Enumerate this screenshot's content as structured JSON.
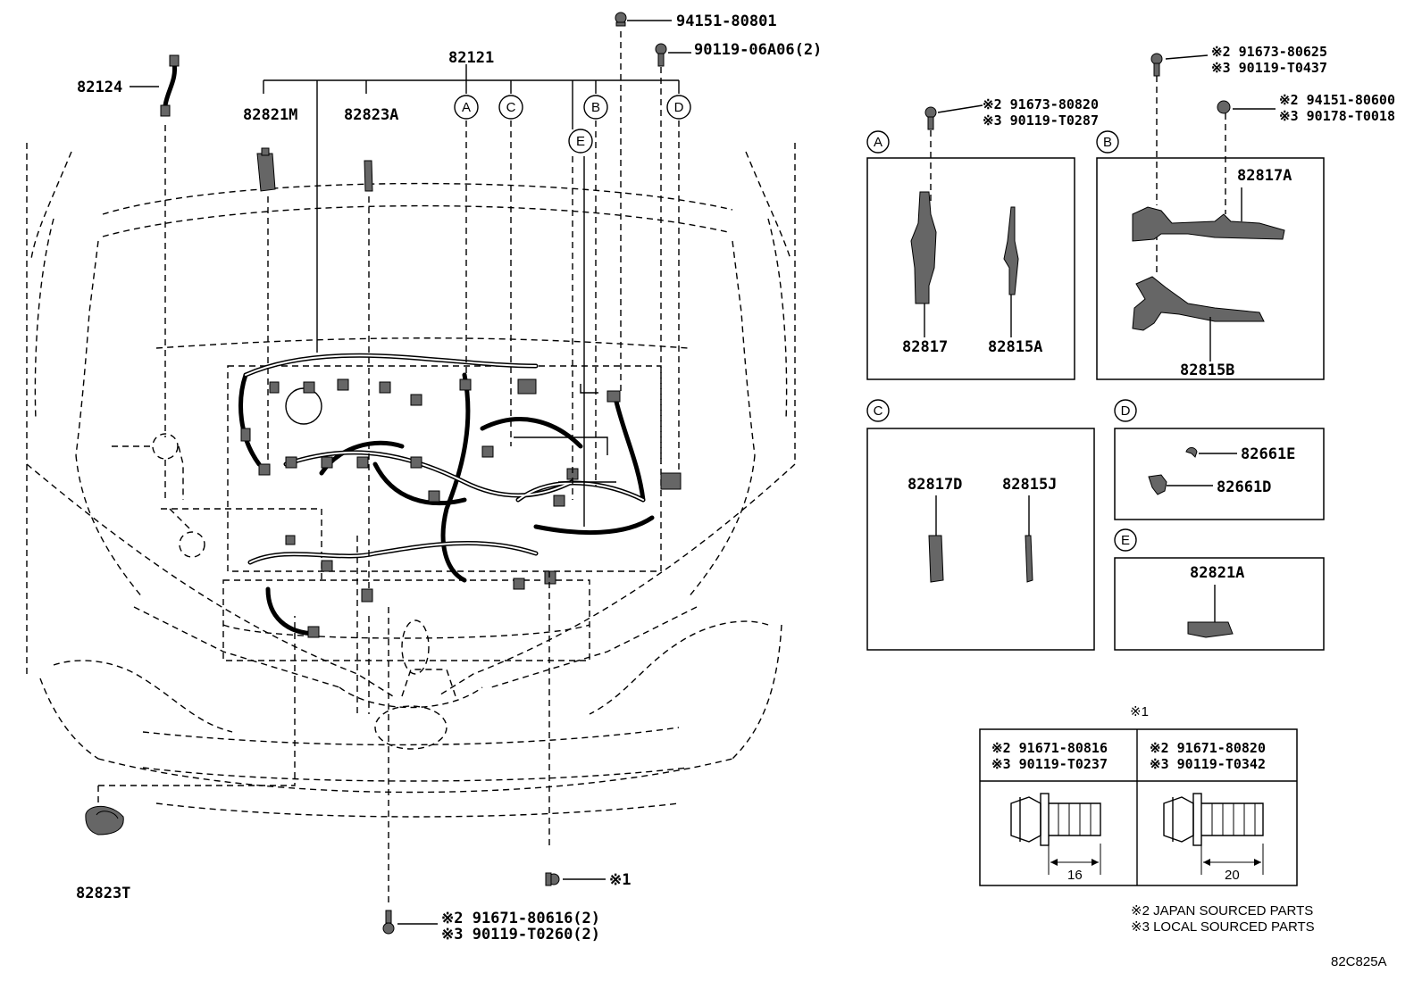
{
  "main_parts": {
    "p82124": "82124",
    "p82121": "82121",
    "p82821M": "82821M",
    "p82823A": "82823A",
    "p82823T": "82823T"
  },
  "fasteners": {
    "top1": "94151-80801",
    "top2": "90119-06A06(2)",
    "bottom_j": "※2 91671-80616(2)",
    "bottom_l": "※3 90119-T0260(2)",
    "x1": "※1"
  },
  "callouts": {
    "A": "A",
    "B": "B",
    "C": "C",
    "D": "D",
    "E": "E"
  },
  "panel_A": {
    "bolt_j": "※2 91673-80820",
    "bolt_l": "※3 90119-T0287",
    "part1": "82817",
    "part2": "82815A"
  },
  "panel_B": {
    "bolt1_j": "※2 91673-80625",
    "bolt1_l": "※3 90119-T0437",
    "bolt2_j": "※2 94151-80600",
    "bolt2_l": "※3 90178-T0018",
    "part1": "82817A",
    "part2": "82815B"
  },
  "panel_C": {
    "part1": "82817D",
    "part2": "82815J"
  },
  "panel_D": {
    "part1": "82661E",
    "part2": "82661D"
  },
  "panel_E": {
    "part1": "82821A"
  },
  "table": {
    "title": "※1",
    "col1_j": "※2 91671-80816",
    "col1_l": "※3 90119-T0237",
    "col1_len": "16",
    "col2_j": "※2 91671-80820",
    "col2_l": "※3 90119-T0342",
    "col2_len": "20"
  },
  "legend": {
    "line1": "※2 JAPAN SOURCED PARTS",
    "line2": "※3 LOCAL SOURCED PARTS"
  },
  "ref_code": "82C825A"
}
